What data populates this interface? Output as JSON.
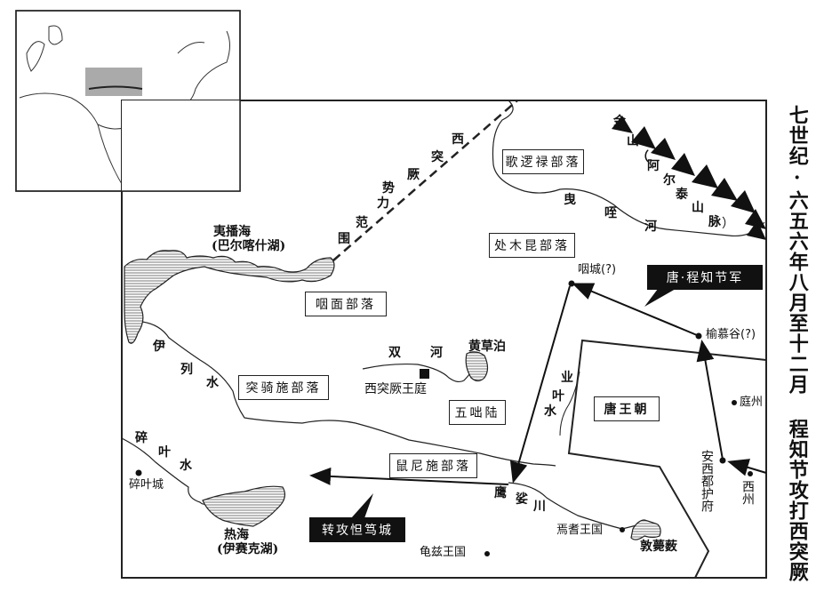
{
  "title": "七世纪·六五六年八月至十二月 程知节攻打西突厥",
  "boundary_label": [
    "围",
    "范",
    "力",
    "势",
    "厥",
    "突",
    "西"
  ],
  "mountains": [
    "金",
    "山",
    "（",
    "阿",
    "尔",
    "泰",
    "山",
    "脉",
    "）"
  ],
  "rivers": {
    "yezhi": [
      "曳",
      "咥",
      "河"
    ],
    "yilie": [
      "伊",
      "列",
      "水"
    ],
    "suiye": [
      "碎",
      "叶",
      "水"
    ],
    "shuanghe": [
      "双",
      "河"
    ],
    "yeye": [
      "业",
      "叶",
      "水"
    ],
    "yingsuo": [
      "鹰",
      "娑",
      "川"
    ]
  },
  "lakes": {
    "balkhash_line1": "夷播海",
    "balkhash_line2": "(巴尔喀什湖)",
    "issyk_line1": "热海",
    "issyk_line2": "(伊赛克湖)",
    "huangcaobo": "黄草泊",
    "dunhongsou": "敦薨薮"
  },
  "tribes": {
    "geluolu": "歌逻禄部落",
    "chumukun": "处木昆部落",
    "yanmian": "咽面部落",
    "tuqishi": "突骑施部落",
    "wuduolu": "五咄陆",
    "shunishi": "鼠尼施部落",
    "tang": "唐王朝"
  },
  "places": {
    "yancheng": "咽城(?)",
    "yumugu": "榆慕谷(?)",
    "court": "西突厥王庭",
    "suiyecheng": "碎叶城",
    "qiuci": "龟兹王国",
    "yanqi": "焉耆王国",
    "tingzhou": "庭州",
    "xizhou": "西州",
    "anxi": "安西都护府"
  },
  "callouts": {
    "army": "唐·程知节军",
    "turn": "转攻怛笃城"
  }
}
